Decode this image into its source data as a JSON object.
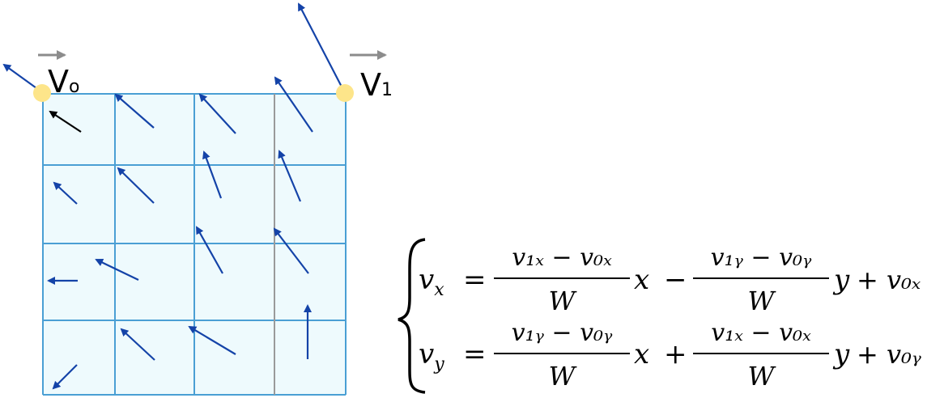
{
  "colors": {
    "grid_fill": "#eefafd",
    "grid_line": "#4a9fd4",
    "grid_line_alt": "#9a9a9a",
    "vector": "#1443a8",
    "vector_alt": "#000000",
    "corner_marker": "#fde58a",
    "label_arrow": "#8c8c8c"
  },
  "labels": {
    "v0": {
      "letter": "V",
      "subscript": "o"
    },
    "v1": {
      "letter": "V",
      "subscript": "1"
    }
  },
  "grid": {
    "columns": 4,
    "rows": 4
  },
  "equations": {
    "vx": {
      "lhs": "v",
      "lhs_sub": "x",
      "term1_num": "v₁ₓ − v₀ₓ",
      "term1_den": "W",
      "term1_var": "x",
      "op1": "−",
      "term2_num": "v₁ᵧ − v₀ᵧ",
      "term2_den": "W",
      "term2_var": "y",
      "tail": "+ v₀ₓ"
    },
    "vy": {
      "lhs": "v",
      "lhs_sub": "y",
      "term1_num": "v₁ᵧ − v₀ᵧ",
      "term1_den": "W",
      "term1_var": "x",
      "op1": "+",
      "term2_num": "v₁ₓ − v₀ₓ",
      "term2_den": "W",
      "term2_var": "y",
      "tail": "+ v₀ᵧ"
    }
  }
}
